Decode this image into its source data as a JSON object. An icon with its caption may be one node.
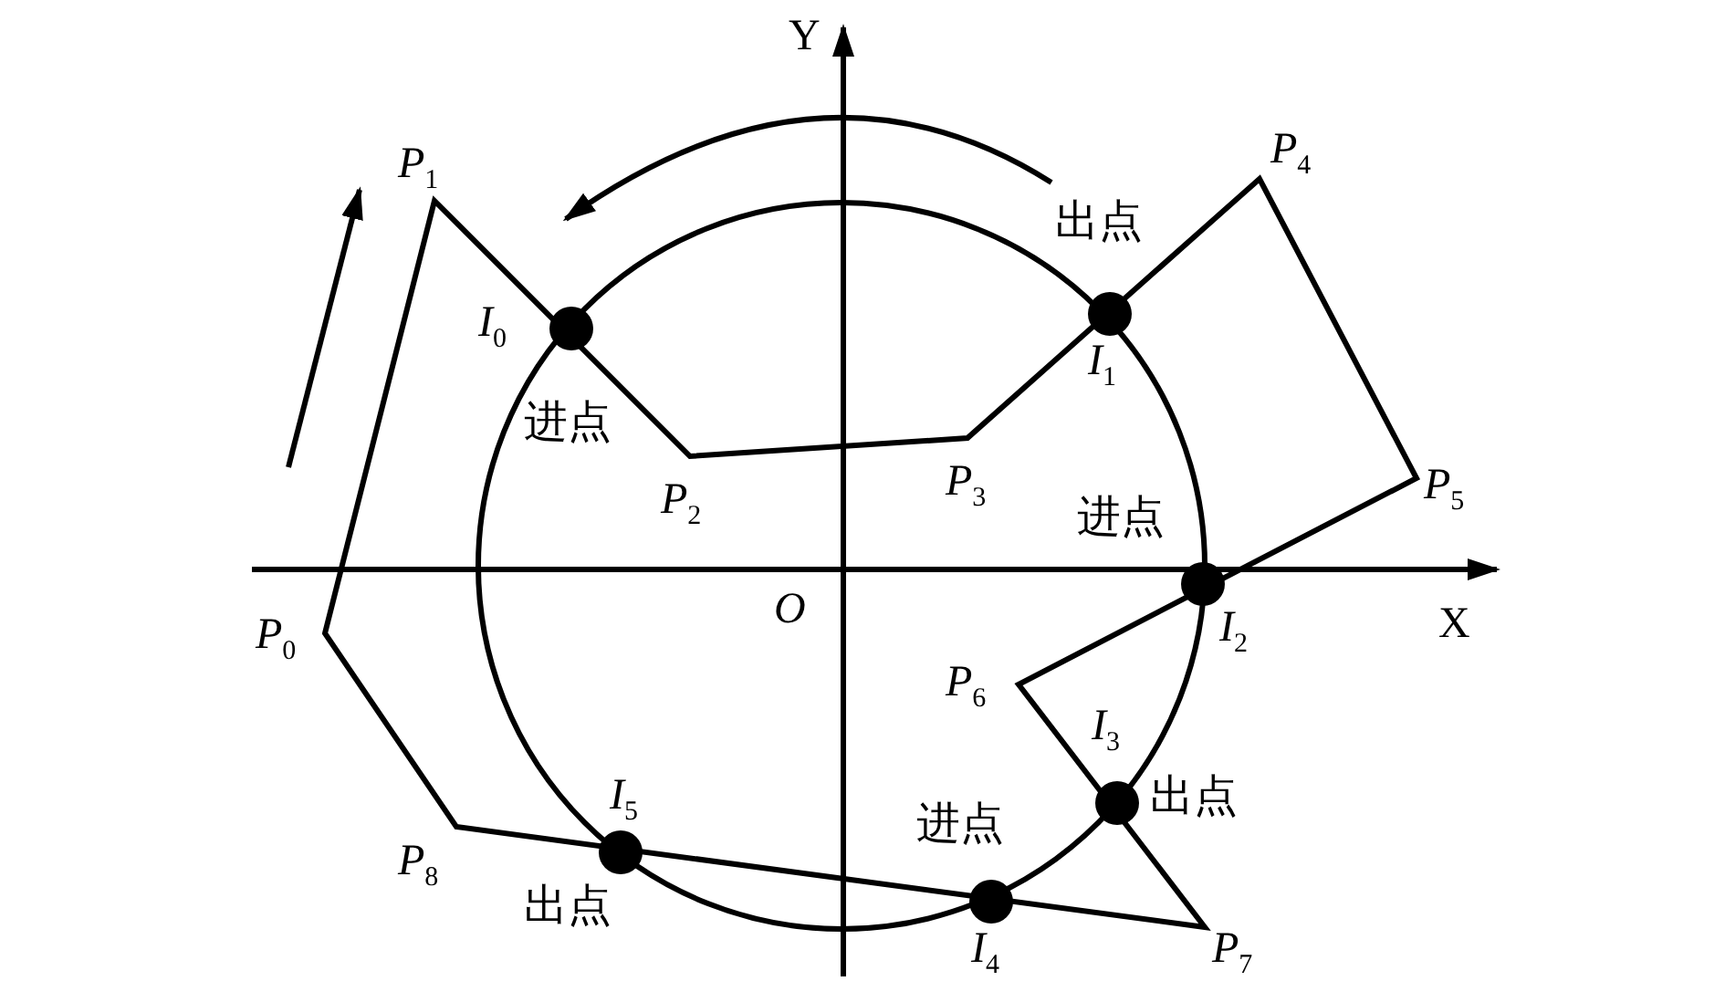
{
  "diagram": {
    "labels": [
      "Y",
      "*P*$_{4}$",
      "*P*$_{1}$",
      "出点",
      "*I*$_{0}$",
      "*I*$_{1}$",
      "进点",
      "*P*$_{2}$",
      "*P*$_{3}$",
      "*P*$_{5}$",
      "进点",
      "*O*",
      "*I*$_{2}$",
      "X",
      "*P*$_{0}$",
      "*P*$_{6}$",
      "*I*$_{3}$",
      "*I*$_{5}$",
      "出点",
      "进点",
      "*P*$_{8}$",
      "出点",
      "*P*$_{7}$",
      "*I*$_{4}$"
    ]
  }
}
